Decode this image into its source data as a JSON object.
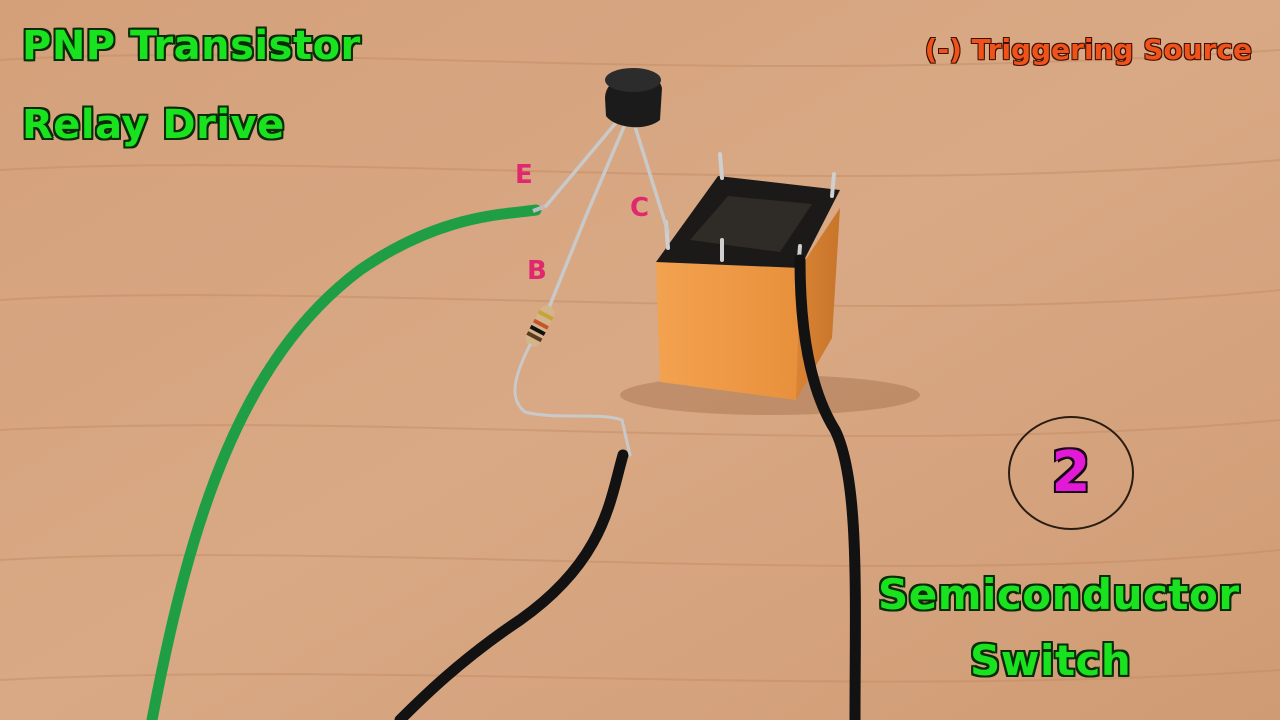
{
  "title": {
    "line1": "PNP Transistor",
    "line2": "Relay Drive"
  },
  "trigger_label": "(-) Triggering Source",
  "pins": {
    "emitter": "E",
    "collector": "C",
    "base": "B"
  },
  "step_number": "2",
  "switch_label": {
    "line1": "Semiconductor",
    "line2": "Switch"
  },
  "colors": {
    "title_green": "#19e21f",
    "trigger_orange": "#f0521a",
    "pin_pink": "#e0286e",
    "number_magenta": "#e21ad8",
    "wood_background": "#d6a27a",
    "relay_orange": "#f19a4a",
    "wire_green": "#1fa046",
    "wire_black": "#111111"
  }
}
